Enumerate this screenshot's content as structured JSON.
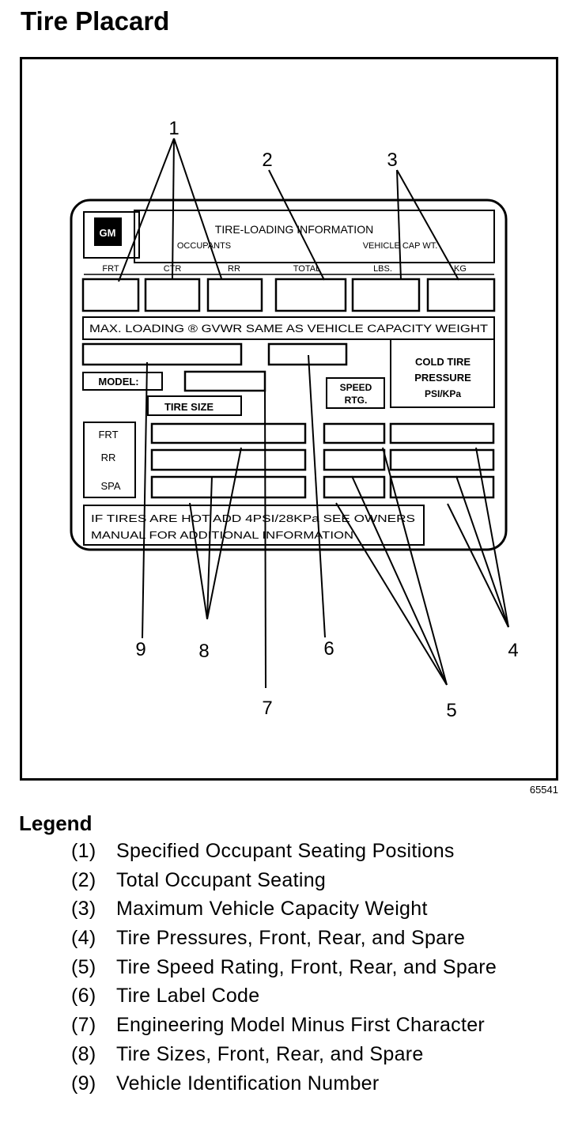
{
  "page": {
    "title": "Tire Placard",
    "figure_id": "65541"
  },
  "placard": {
    "header": "TIRE-LOADING INFORMATION",
    "occupants": "OCCUPANTS",
    "vehicle_cap_wt": "VEHICLE CAP WT.",
    "logo": "GM",
    "col_frt": "FRT",
    "col_ctr": "CTR",
    "col_rr": "RR",
    "col_total": "TOTAL",
    "col_lbs": "LBS.",
    "col_kg": "KG",
    "max_loading": "MAX. LOADING ® GVWR SAME AS VEHICLE CAPACITY WEIGHT",
    "cold_tire_1": "COLD TIRE",
    "cold_tire_2": "PRESSURE",
    "cold_tire_3": "PSI/KPa",
    "model": "MODEL:",
    "speed_1": "SPEED",
    "speed_2": "RTG.",
    "tire_size": "TIRE SIZE",
    "row_frt": "FRT",
    "row_rr": "RR",
    "row_spa": "SPA",
    "footer_1": "IF TIRES ARE HOT ADD 4PSI/28KPa SEE OWNERS",
    "footer_2": "MANUAL FOR ADDITIONAL INFORMATION"
  },
  "callouts": [
    "1",
    "2",
    "3",
    "4",
    "5",
    "6",
    "7",
    "8",
    "9"
  ],
  "legend": {
    "title": "Legend",
    "items": [
      {
        "num": "(1)",
        "text": "Specified Occupant Seating Positions"
      },
      {
        "num": "(2)",
        "text": "Total Occupant Seating"
      },
      {
        "num": "(3)",
        "text": "Maximum Vehicle Capacity Weight"
      },
      {
        "num": "(4)",
        "text": "Tire Pressures, Front, Rear, and Spare"
      },
      {
        "num": "(5)",
        "text": "Tire Speed Rating, Front, Rear, and Spare"
      },
      {
        "num": "(6)",
        "text": "Tire Label Code"
      },
      {
        "num": "(7)",
        "text": "Engineering Model Minus First Character"
      },
      {
        "num": "(8)",
        "text": "Tire Sizes, Front, Rear, and Spare"
      },
      {
        "num": "(9)",
        "text": "Vehicle Identification Number"
      }
    ]
  }
}
